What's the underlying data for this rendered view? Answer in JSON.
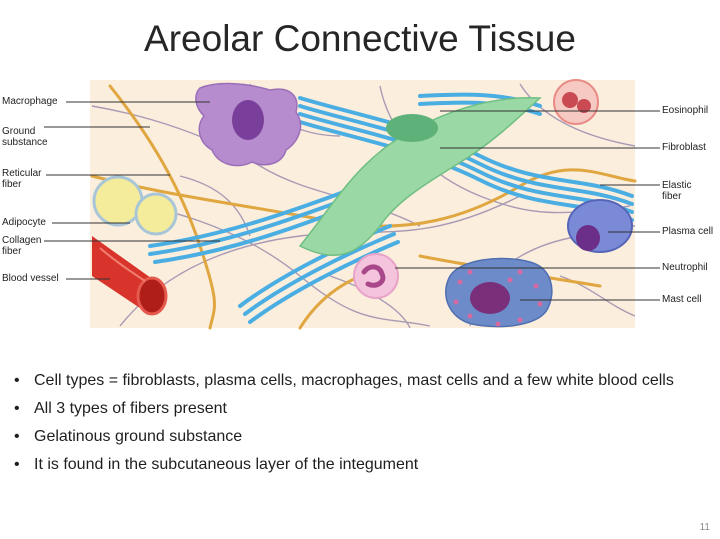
{
  "title": "Areolar Connective Tissue",
  "diagram": {
    "labels_left": {
      "macrophage": "Macrophage",
      "ground_substance": "Ground substance",
      "reticular_fiber": "Reticular fiber",
      "adipocyte": "Adipocyte",
      "collagen_fiber": "Collagen fiber",
      "blood_vessel": "Blood vessel"
    },
    "labels_right": {
      "eosinophil": "Eosinophil",
      "fibroblast": "Fibroblast",
      "elastic_fiber": "Elastic fiber",
      "plasma_cell": "Plasma cell",
      "neutrophil": "Neutrophil",
      "mast_cell": "Mast cell"
    },
    "colors": {
      "ground": "#fbeedd",
      "collagen": "#4aaee3",
      "fibroblast": "#9ad8a6",
      "elastic": "#e0a640",
      "reticular": "#a99ab4",
      "macrophage": "#b68ccf",
      "plasma_cell": "#7a8ad6",
      "mast_cell": "#6d8bc8",
      "neutrophil": "#e7a3c8",
      "eosinophil": "#e98b86",
      "adipocyte": "#f4ec9a",
      "blood_vessel": "#d8342b"
    }
  },
  "bullets": [
    "Cell types = fibroblasts, plasma cells, macrophages, mast cells and a few white blood cells",
    "All 3 types of fibers present",
    "Gelatinous ground substance",
    "It is found in the subcutaneous layer of the integument"
  ],
  "bullet_glyph": "•",
  "slide_number": "11"
}
